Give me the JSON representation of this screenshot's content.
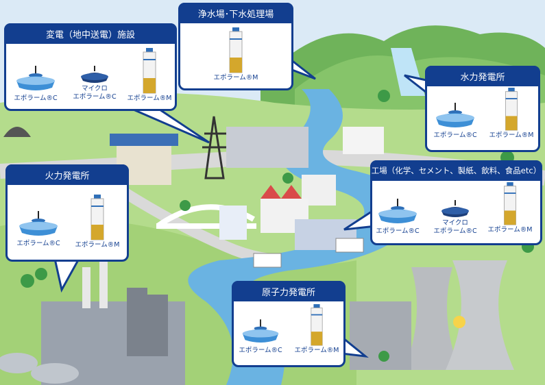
{
  "colors": {
    "navy": "#123e8f",
    "river": "#6ab3e2",
    "grass": "#9ccd6e",
    "sky": "#dbeaf6"
  },
  "facilities": {
    "substation": {
      "title": "変電（地中送電）施設",
      "items": [
        {
          "type": "device-c",
          "label": "エポラーム®C"
        },
        {
          "type": "device-micro",
          "label_top": "マイクロ",
          "label": "エポラーム®C"
        },
        {
          "type": "device-m",
          "label": "エポラーム®M"
        }
      ]
    },
    "water_treatment": {
      "title": "浄水場･下水処理場",
      "items": [
        {
          "type": "device-m",
          "label": "エポラーム®M"
        }
      ]
    },
    "hydro": {
      "title": "水力発電所",
      "items": [
        {
          "type": "device-c",
          "label": "エポラーム®C"
        },
        {
          "type": "device-m",
          "label": "エポラーム®M"
        }
      ]
    },
    "thermal": {
      "title": "火力発電所",
      "items": [
        {
          "type": "device-c",
          "label": "エポラーム®C"
        },
        {
          "type": "device-m",
          "label": "エポラーム®M"
        }
      ]
    },
    "factory": {
      "title": "工場（化学、セメント、製紙、飲料、食品etc）",
      "items": [
        {
          "type": "device-c",
          "label": "エポラーム®C"
        },
        {
          "type": "device-micro",
          "label_top": "マイクロ",
          "label": "エポラーム®C"
        },
        {
          "type": "device-m",
          "label": "エポラーム®M"
        }
      ]
    },
    "nuclear": {
      "title": "原子力発電所",
      "items": [
        {
          "type": "device-c",
          "label": "エポラーム®C"
        },
        {
          "type": "device-m",
          "label": "エポラーム®M"
        }
      ]
    }
  }
}
